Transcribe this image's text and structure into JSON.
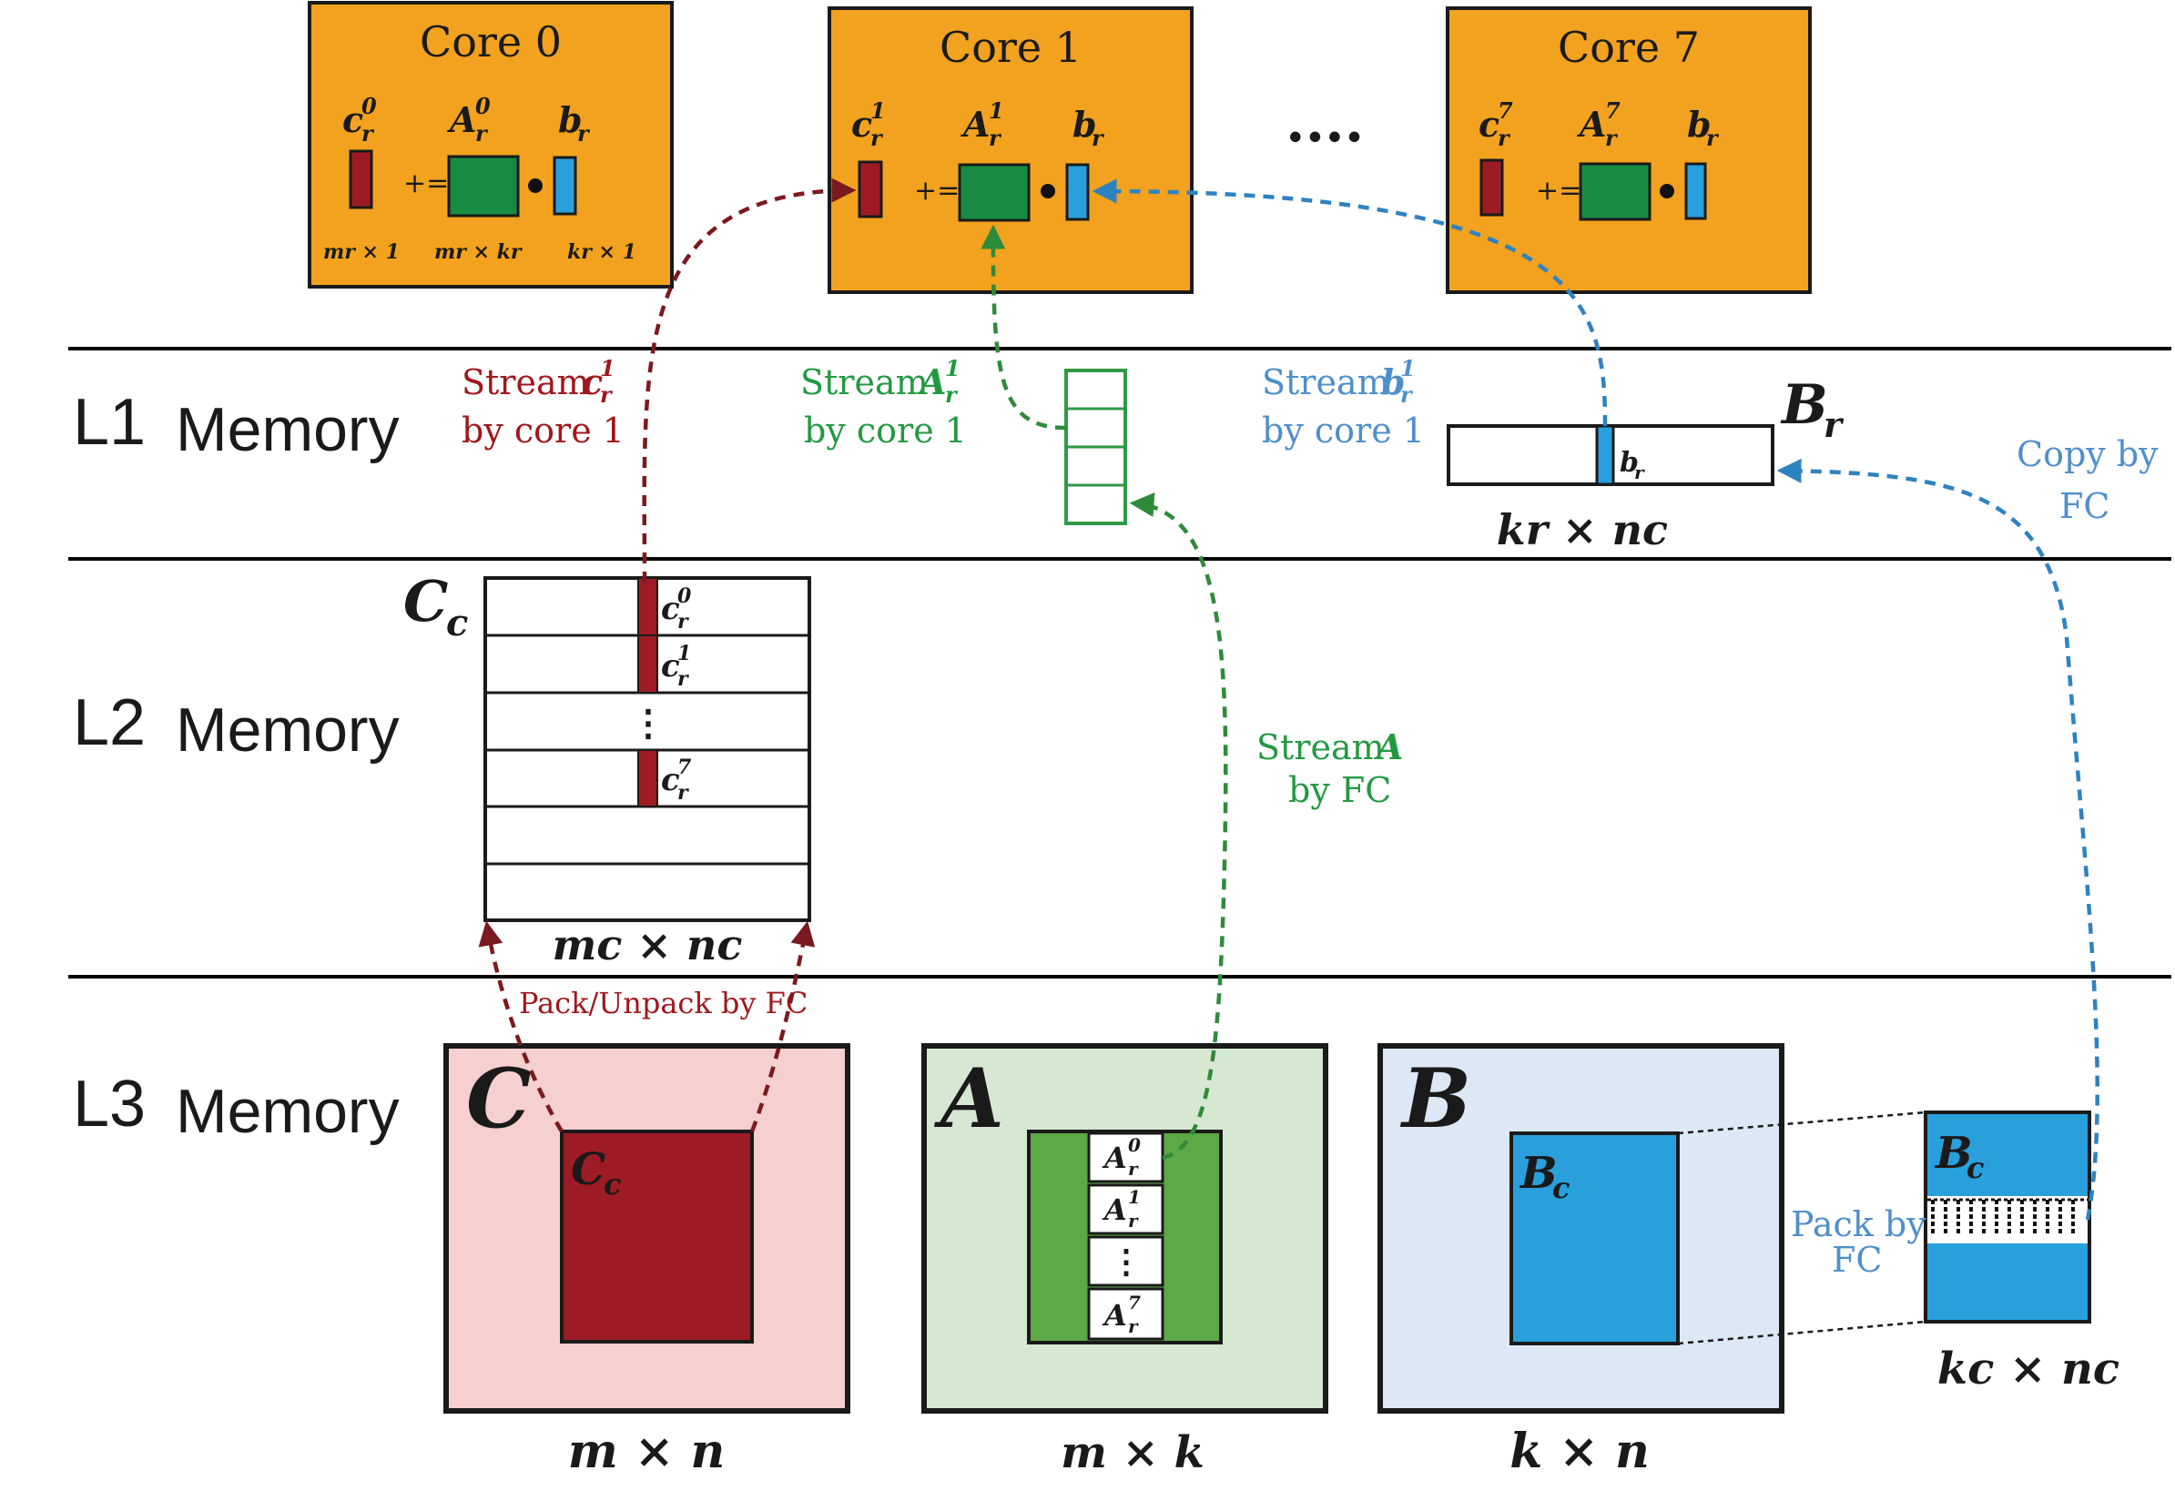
{
  "levels": {
    "l1": {
      "num": "L1",
      "word": "Memory"
    },
    "l2": {
      "num": "L2",
      "word": "Memory"
    },
    "l3": {
      "num": "L3",
      "word": "Memory"
    }
  },
  "cores": {
    "core0": {
      "title": "Core 0",
      "c_label": "c",
      "c_sup": "0",
      "a_label": "A",
      "a_sup": "0",
      "b_label": "b",
      "sub": "r",
      "op": "+=",
      "dim_c": "mr × 1",
      "dim_a": "mr × kr",
      "dim_b": "kr × 1"
    },
    "core1": {
      "title": "Core 1",
      "c_sup": "1",
      "a_sup": "1",
      "op": "+="
    },
    "core7": {
      "title": "Core 7",
      "c_sup": "7",
      "a_sup": "7",
      "op": "+="
    },
    "ellipsis": "...."
  },
  "annotations": {
    "stream_c": {
      "line1": "Stream",
      "sym": "c",
      "sup": "1",
      "sub": "r",
      "line2": "by core 1"
    },
    "stream_a": {
      "line1": "Stream",
      "sym": "A",
      "sup": "1",
      "sub": "r",
      "line2": "by core 1"
    },
    "stream_b": {
      "line1": "Stream",
      "sym": "b",
      "sup": "1",
      "sub": "r",
      "line2": "by core 1"
    },
    "copy_fc": {
      "line1": "Copy by",
      "line2": "FC"
    },
    "stream_a_fc": {
      "line1": "Stream",
      "sym": "A",
      "line2": "by FC"
    },
    "pack_unpack": "Pack/Unpack by FC",
    "pack_fc": {
      "line1": "Pack by",
      "line2": "FC"
    }
  },
  "l1_buffers": {
    "br_label": "B",
    "br_sub": "r",
    "br_inner": "b",
    "br_inner_sub": "r",
    "br_dim": "kr × nc"
  },
  "l2_buffers": {
    "cc_label": "C",
    "cc_sub": "c",
    "rows": [
      {
        "sym": "c",
        "sup": "0",
        "sub": "r"
      },
      {
        "sym": "c",
        "sup": "1",
        "sub": "r"
      },
      {
        "sym": "⋮"
      },
      {
        "sym": "c",
        "sup": "7",
        "sub": "r"
      }
    ],
    "dim": "mc × nc"
  },
  "l3_matrices": {
    "c": {
      "label": "C",
      "inner": "C",
      "inner_sub": "c",
      "dim": "m × n"
    },
    "a": {
      "label": "A",
      "slots": [
        {
          "sym": "A",
          "sup": "0",
          "sub": "r"
        },
        {
          "sym": "A",
          "sup": "1",
          "sub": "r"
        },
        {
          "sym": "⋮"
        },
        {
          "sym": "A",
          "sup": "7",
          "sub": "r"
        }
      ],
      "dim": "m × k"
    },
    "b": {
      "label": "B",
      "inner": "B",
      "inner_sub": "c",
      "dim": "k × n"
    },
    "bc_packed": {
      "label": "B",
      "sub": "c",
      "dim": "kc × nc"
    }
  },
  "colors": {
    "core_bg": "#F2A21E",
    "c_dark_red": "#9E1B25",
    "a_green": "#178B41",
    "a_light_green": "#5DA945",
    "b_blue": "#29A0DC",
    "stream_c": "#7B1A1E",
    "stream_a": "#2E8B3A",
    "stream_b": "#2F82C0",
    "c_label_text": "#A0171D",
    "a_label_text": "#229940",
    "b_label_text": "#4E8FCB",
    "l3_c_bg": "#F6CFCF",
    "l3_a_bg": "#D6E8D2",
    "l3_b_bg": "#DCE8F5"
  }
}
